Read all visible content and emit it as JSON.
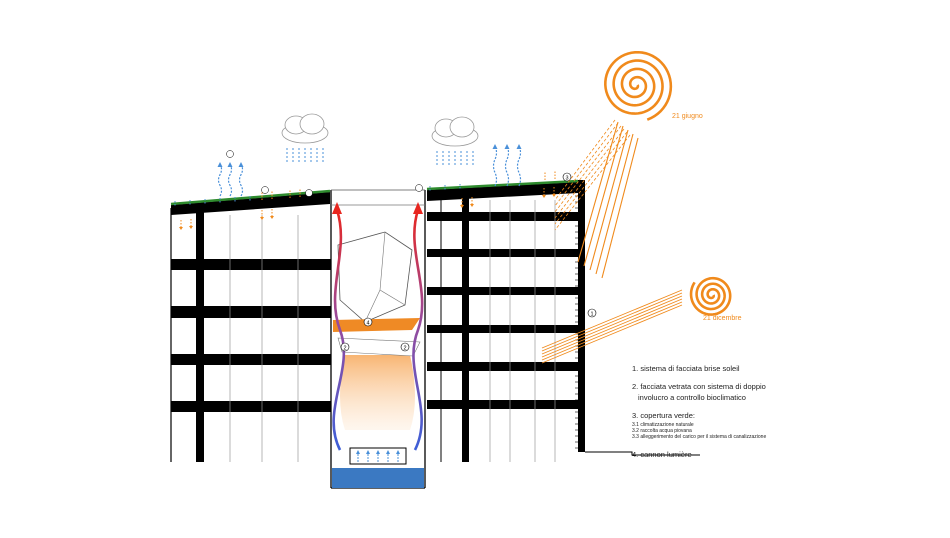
{
  "sun_labels": {
    "june": "21 giugno",
    "december": "21 dicembre"
  },
  "markers": [
    "1",
    "2",
    "3",
    "4"
  ],
  "legend": {
    "item1": "1. sistema di facciata brise soleil",
    "item2_line1": "2. facciata vetrata con sistema di doppio",
    "item2_line2": "involucro a controllo bioclimatico",
    "item3": "3. copertura verde:",
    "sub1": "3.1 climatizzazione naturale",
    "sub2": "3.2 raccolta acqua piovana",
    "sub3": "3.3 alleggerimento del carico per il sistema di canalizzazione",
    "item4": "4. cannon lumière"
  },
  "colors": {
    "sun": "#f08a1c",
    "slab": "#000000",
    "green_roof": "#2e8b2e",
    "water": "#3b79c2",
    "rain": "#4a90d9",
    "hot_air": "#e8261f",
    "cold_air": "#3d5fd8",
    "light_cannon": "#ef8a25"
  }
}
